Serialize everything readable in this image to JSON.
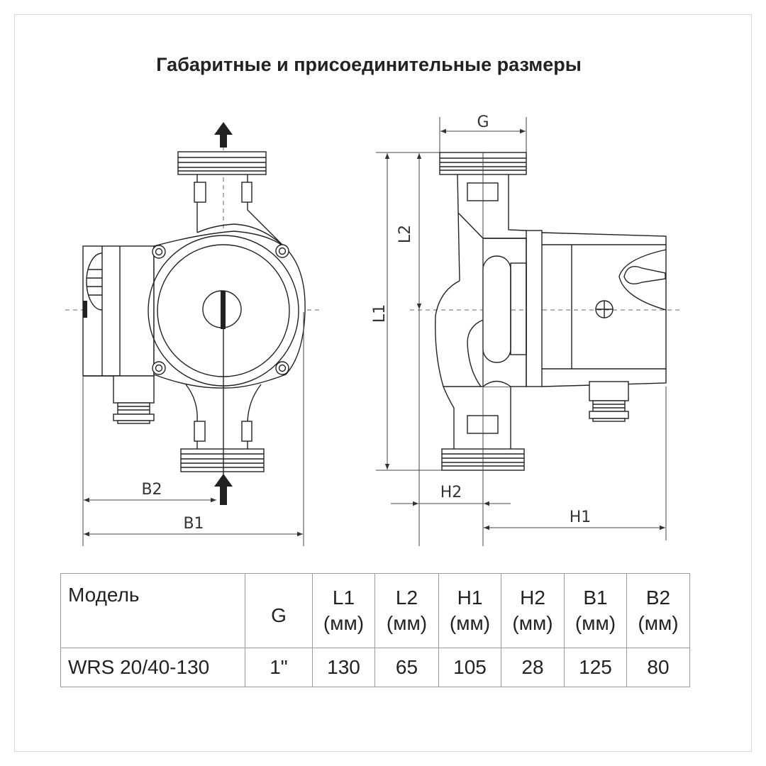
{
  "title": "Габаритные и присоединительные размеры",
  "dimension_labels": {
    "G": "G",
    "L1": "L1",
    "L2": "L2",
    "H1": "H1",
    "H2": "H2",
    "B1": "B1",
    "B2": "B2"
  },
  "table": {
    "headers": [
      {
        "name": "Модель",
        "unit": ""
      },
      {
        "name": "G",
        "unit": ""
      },
      {
        "name": "L1",
        "unit": "(мм)"
      },
      {
        "name": "L2",
        "unit": "(мм)"
      },
      {
        "name": "H1",
        "unit": "(мм)"
      },
      {
        "name": "H2",
        "unit": "(мм)"
      },
      {
        "name": "B1",
        "unit": "(мм)"
      },
      {
        "name": "B2",
        "unit": "(мм)"
      }
    ],
    "rows": [
      [
        "WRS 20/40-130",
        "1\"",
        "130",
        "65",
        "105",
        "28",
        "125",
        "80"
      ]
    ]
  }
}
